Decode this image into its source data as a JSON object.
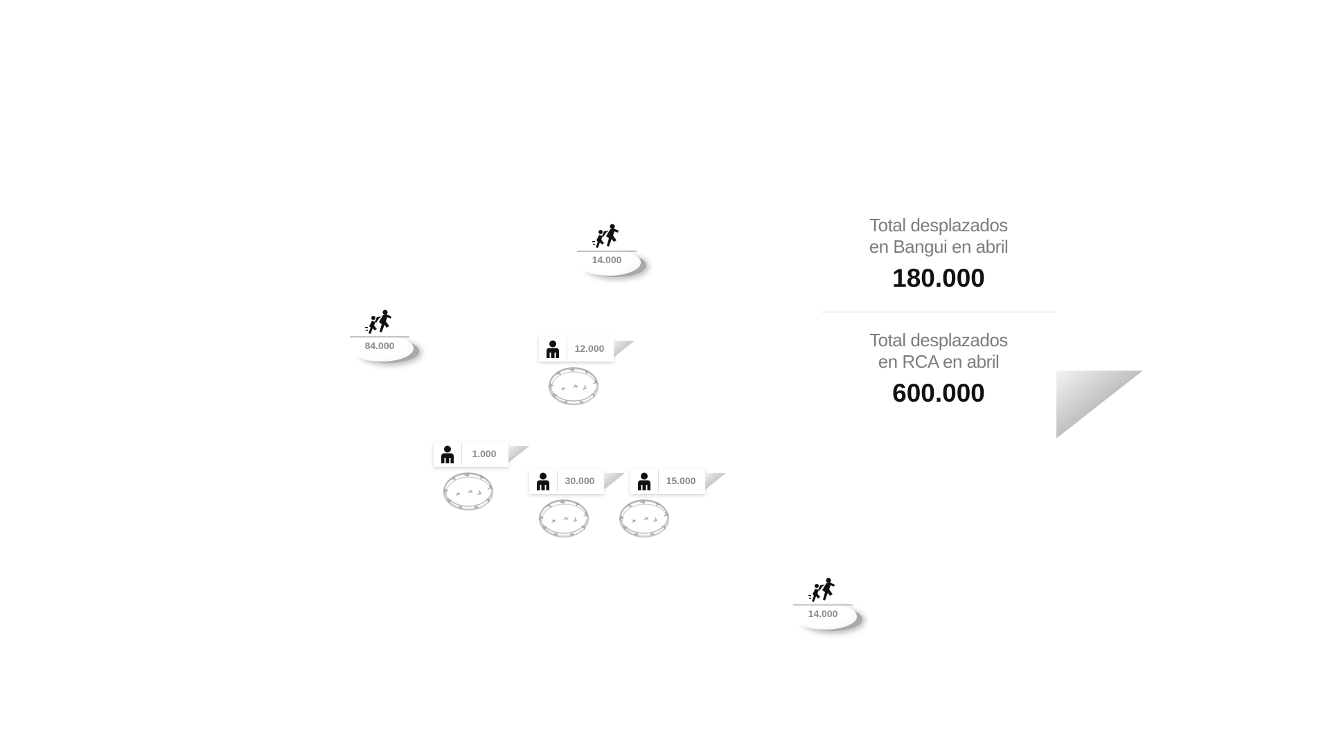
{
  "refugee_markers": [
    {
      "id": "north",
      "value": "14.000",
      "icon": "fleeing-family-icon"
    },
    {
      "id": "west",
      "value": "84.000",
      "icon": "fleeing-family-icon"
    },
    {
      "id": "south",
      "value": "14.000",
      "icon": "fleeing-family-icon"
    }
  ],
  "camp_markers": [
    {
      "id": "camp-1",
      "value": "12.000",
      "icon": "person-icon"
    },
    {
      "id": "camp-2",
      "value": "1.000",
      "icon": "person-icon"
    },
    {
      "id": "camp-3",
      "value": "30.000",
      "icon": "person-icon"
    },
    {
      "id": "camp-4",
      "value": "15.000",
      "icon": "person-icon"
    }
  ],
  "totals": {
    "bangui": {
      "label_line1": "Total desplazados",
      "label_line2": "en Bangui en abril",
      "value": "180.000"
    },
    "rca": {
      "label_line1": "Total desplazados",
      "label_line2": "en RCA en abril",
      "value": "600.000"
    }
  },
  "colors": {
    "value_text": "#8a8a8a",
    "label_text": "#7d7d7d",
    "total_value": "#111111"
  }
}
